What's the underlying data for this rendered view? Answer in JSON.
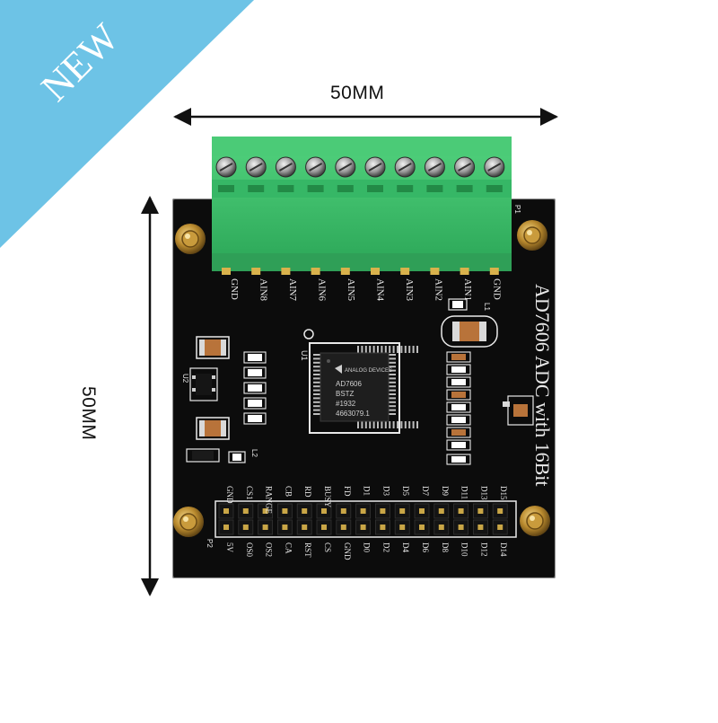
{
  "badge": {
    "text": "NEW",
    "color": "#6dc3e6"
  },
  "dimensions": {
    "width_label": "50MM",
    "height_label": "50MM"
  },
  "board": {
    "title": "AD7606 ADC with 16Bit",
    "designators": [
      "P1",
      "P2",
      "U1",
      "U2",
      "L1",
      "L2"
    ],
    "terminal_labels": [
      "GND",
      "AIN8",
      "AIN7",
      "AIN6",
      "AIN5",
      "AIN4",
      "AIN3",
      "AIN2",
      "AIN1",
      "GND"
    ],
    "header_top_labels": [
      "GND",
      "CS1",
      "RANGE",
      "CB",
      "RD",
      "BUSY",
      "FD",
      "D1",
      "D3",
      "D5",
      "D7",
      "D9",
      "D11",
      "D13",
      "D15"
    ],
    "header_bottom_labels": [
      "5V",
      "OS0",
      "OS2",
      "CA",
      "RST",
      "CS",
      "GND",
      "D0",
      "D2",
      "D4",
      "D6",
      "D8",
      "D10",
      "D12",
      "D14"
    ],
    "chip": {
      "brand": "ANALOG DEVICES",
      "part": "AD7606",
      "suffix": "BSTZ",
      "date": "#1932",
      "lot": "4663079.1"
    },
    "colors": {
      "pcb": "#0c0c0c",
      "terminal": "#3cc46b",
      "silkscreen": "#e9e9e9"
    }
  }
}
